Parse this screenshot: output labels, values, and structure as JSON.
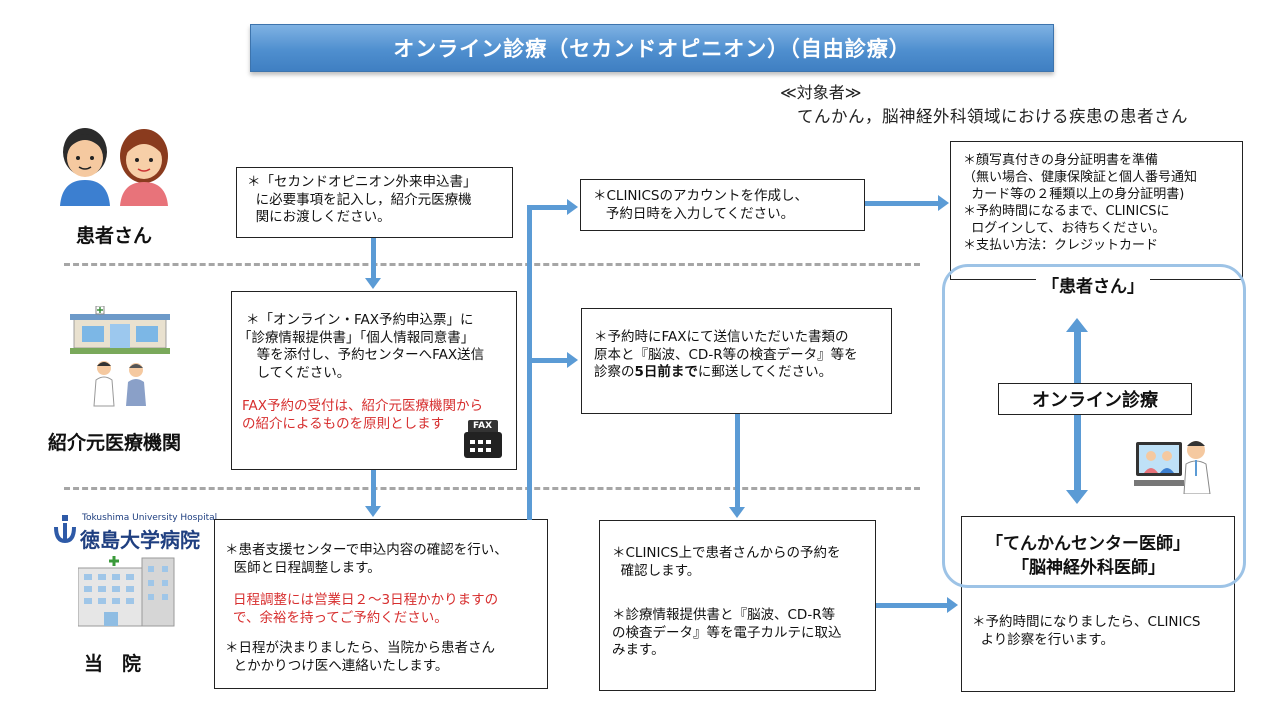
{
  "title": "オンライン診療（セカンドオピニオン）（自由診療）",
  "target": {
    "heading": "≪対象者≫",
    "text": "てんかん，脳神経外科領域における疾患の患者さん"
  },
  "roles": {
    "patient": "患者さん",
    "referrer": "紹介元医療機関",
    "hospital": "当　院",
    "hospital_logo_en": "Tokushima University Hospital",
    "hospital_logo_jp": "徳島大学病院"
  },
  "boxes": {
    "patient_form": [
      "＊「セカンドオピニオン外来申込書」",
      "  に必要事項を記入し，紹介元医療機",
      "  関にお渡しください。"
    ],
    "referrer_fax": [
      "＊「オンライン・FAX予約申込票」に",
      "「診療情報提供書」「個人情報同意書」",
      "  等を添付し、予約センターへFAX送信",
      "  してください。"
    ],
    "referrer_note": [
      "FAX予約の受付は、紹介元医療機関から",
      "の紹介によるものを原則とします"
    ],
    "fax_label": "FAX",
    "clinics_account": [
      "＊CLINICSのアカウントを作成し、",
      "   予約日時を入力してください。"
    ],
    "mail_docs": {
      "line1": "＊予約時にFAXにて送信いただいた書類の",
      "line2": "原本と『脳波、CD-R等の検査データ』等を",
      "line3_pre": "診察の",
      "line3_bold": "5日前まで",
      "line3_post": "に郵送してください。"
    },
    "hospital_coord": [
      "＊患者支援センターで申込内容の確認を行い、",
      "  医師と日程調整します。"
    ],
    "hospital_red": [
      "日程調整には営業日２～3日程かかりますの",
      "で、余裕を持ってご予約ください。"
    ],
    "hospital_contact": [
      "＊日程が決まりましたら、当院から患者さん",
      "  とかかりつけ医へ連絡いたします。"
    ],
    "clinics_confirm": [
      "＊CLINICS上で患者さんからの予約を",
      "  確認します。"
    ],
    "import_docs": [
      "＊診療情報提供書と『脳波、CD-R等",
      "の検査データ』等を電子カルテに取込",
      "みます。"
    ],
    "patient_prep": [
      "＊顔写真付きの身分証明書を準備",
      "（無い場合、健康保険証と個人番号通知",
      "  カード等の２種類以上の身分証明書)",
      "＊予約時間になるまで、CLINICSに",
      "  ログインして、お待ちください。",
      "＊支払い方法：クレジットカード"
    ],
    "exam": [
      "＊予約時間になりましたら、CLINICS",
      "  より診察を行います。"
    ]
  },
  "frame": {
    "patient_label": "「患者さん」",
    "online_label": "オンライン診療",
    "doctor_label_1": "「てんかんセンター医師」",
    "doctor_label_2": "「脳神経外科医師」"
  },
  "colors": {
    "title_bar": "#4f8fcf",
    "arrow": "#5b9bd5",
    "frame": "#9dc3e6",
    "warning_text": "#d72f2f"
  }
}
